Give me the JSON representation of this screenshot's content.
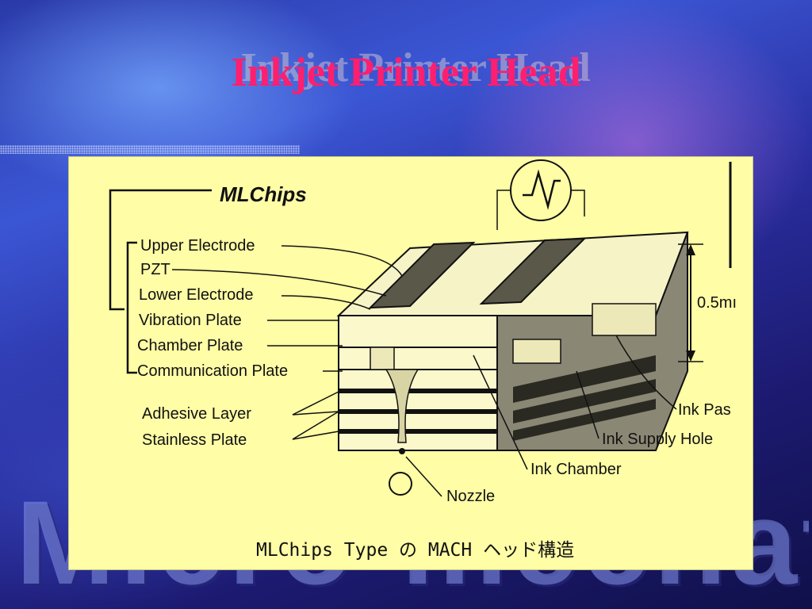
{
  "slide": {
    "title": "Inkjet Printer Head",
    "watermark": "Micro-mechatronics"
  },
  "diagram": {
    "heading": "MLChips",
    "labels": {
      "upper_electrode": "Upper Electrode",
      "pzt": "PZT",
      "lower_electrode": "Lower Electrode",
      "vibration_plate": "Vibration Plate",
      "chamber_plate": "Chamber Plate",
      "communication_plate": "Communication Plate",
      "adhesive_layer": "Adhesive Layer",
      "stainless_plate": "Stainless Plate",
      "ink_passage": "Ink Pas",
      "ink_supply_hole": "Ink Supply Hole",
      "ink_chamber": "Ink Chamber",
      "nozzle": "Nozzle",
      "dimension": "0.5mı"
    },
    "caption": "MLChips Type の MACH ヘッド構造"
  }
}
